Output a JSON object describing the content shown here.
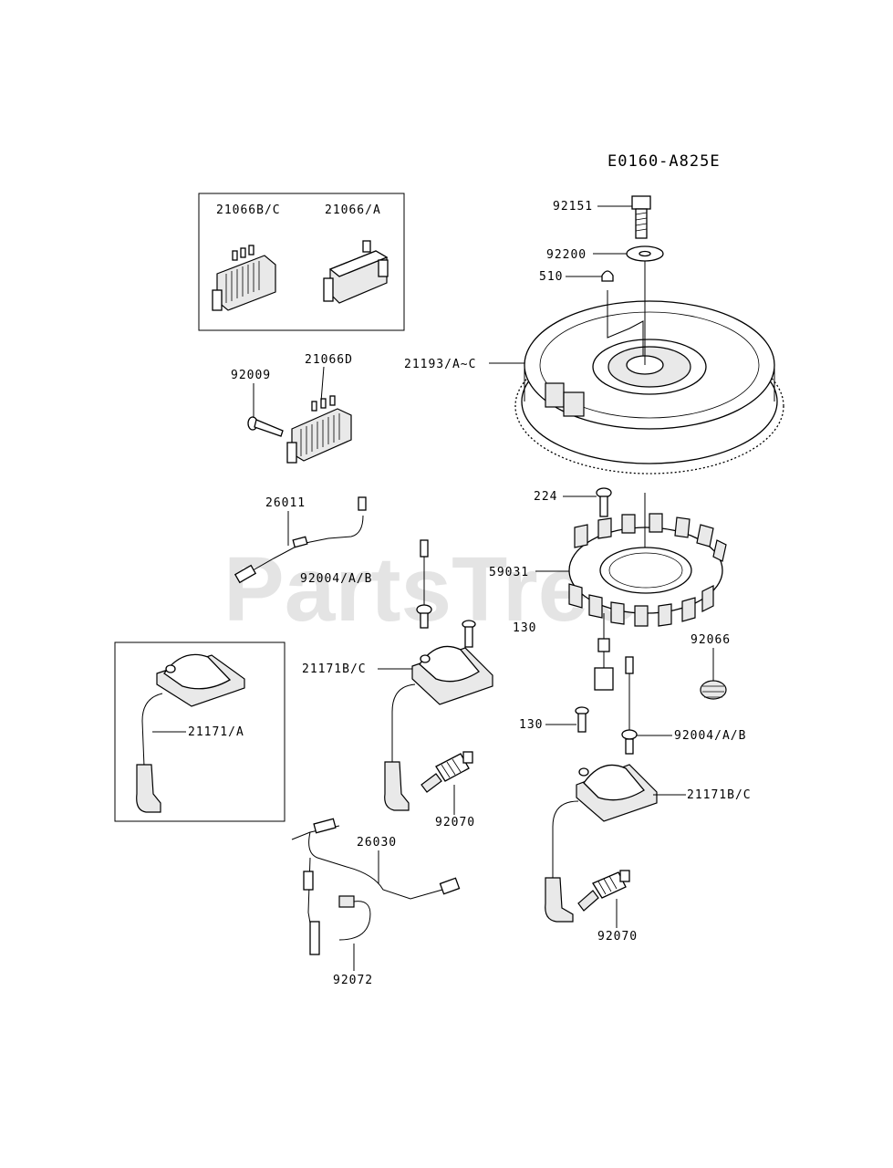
{
  "diagram_code": "E0160-A825E",
  "watermark": "PartsTree",
  "labels": {
    "l_21066bc": "21066B/C",
    "l_21066a": "21066/A",
    "l_21066d": "21066D",
    "l_92009": "92009",
    "l_26011": "26011",
    "l_92004_left": "92004/A/B",
    "l_92151": "92151",
    "l_92200": "92200",
    "l_510": "510",
    "l_21193": "21193/A~C",
    "l_224": "224",
    "l_59031": "59031",
    "l_130_top": "130",
    "l_92066": "92066",
    "l_21171bc_left": "21171B/C",
    "l_21171a": "21171/A",
    "l_130_bottom": "130",
    "l_92004_right": "92004/A/B",
    "l_21171bc_right": "21171B/C",
    "l_92070_left": "92070",
    "l_26030": "26030",
    "l_92072": "92072",
    "l_92070_right": "92070"
  }
}
